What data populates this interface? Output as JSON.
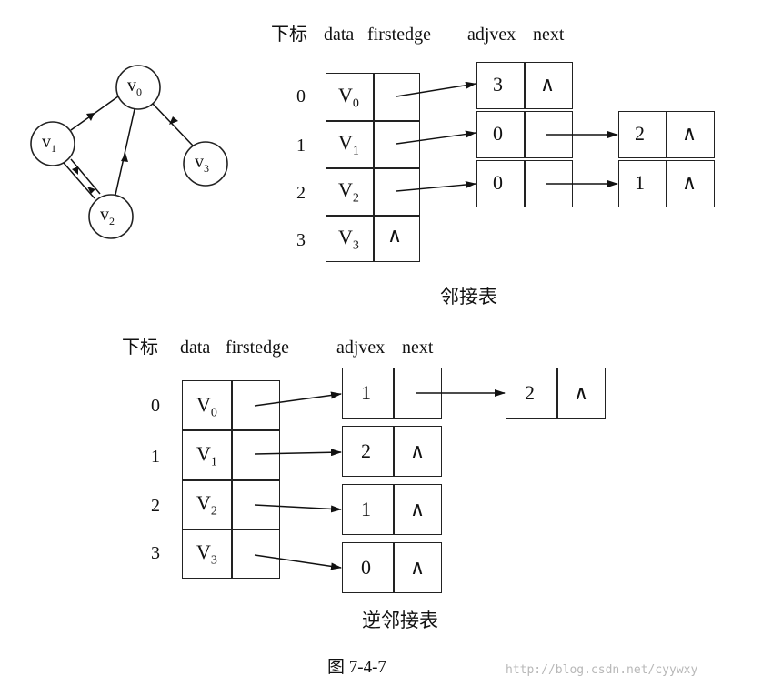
{
  "graph": {
    "nodes": [
      {
        "id": "v0",
        "letter": "v",
        "sub": "0"
      },
      {
        "id": "v1",
        "letter": "v",
        "sub": "1"
      },
      {
        "id": "v2",
        "letter": "v",
        "sub": "2"
      },
      {
        "id": "v3",
        "letter": "v",
        "sub": "3"
      }
    ],
    "edges": [
      {
        "from": "v0",
        "to": "v3"
      },
      {
        "from": "v1",
        "to": "v0"
      },
      {
        "from": "v1",
        "to": "v2"
      },
      {
        "from": "v2",
        "to": "v1"
      },
      {
        "from": "v2",
        "to": "v0"
      }
    ]
  },
  "adjacency": {
    "header": {
      "index": "下标",
      "data": "data",
      "firstedge": "firstedge",
      "adjvex": "adjvex",
      "next": "next"
    },
    "rows": [
      {
        "index": "0",
        "vertex": "V",
        "sub": "0",
        "edges": [
          {
            "adjvex": "3",
            "next": "∧"
          }
        ]
      },
      {
        "index": "1",
        "vertex": "V",
        "sub": "1",
        "edges": [
          {
            "adjvex": "0",
            "next": ""
          },
          {
            "adjvex": "2",
            "next": "∧"
          }
        ]
      },
      {
        "index": "2",
        "vertex": "V",
        "sub": "2",
        "edges": [
          {
            "adjvex": "0",
            "next": ""
          },
          {
            "adjvex": "1",
            "next": "∧"
          }
        ]
      },
      {
        "index": "3",
        "vertex": "V",
        "sub": "3",
        "firstedge": "∧",
        "edges": []
      }
    ],
    "caption": "邻接表"
  },
  "inverse": {
    "header": {
      "index": "下标",
      "data": "data",
      "firstedge": "firstedge",
      "adjvex": "adjvex",
      "next": "next"
    },
    "rows": [
      {
        "index": "0",
        "vertex": "V",
        "sub": "0",
        "edges": [
          {
            "adjvex": "1",
            "next": ""
          },
          {
            "adjvex": "2",
            "next": "∧"
          }
        ]
      },
      {
        "index": "1",
        "vertex": "V",
        "sub": "1",
        "edges": [
          {
            "adjvex": "2",
            "next": "∧"
          }
        ]
      },
      {
        "index": "2",
        "vertex": "V",
        "sub": "2",
        "edges": [
          {
            "adjvex": "1",
            "next": "∧"
          }
        ]
      },
      {
        "index": "3",
        "vertex": "V",
        "sub": "3",
        "edges": [
          {
            "adjvex": "0",
            "next": "∧"
          }
        ]
      }
    ],
    "caption": "逆邻接表"
  },
  "figure_caption": "图 7-4-7",
  "watermark": "http://blog.csdn.net/cyywxy"
}
